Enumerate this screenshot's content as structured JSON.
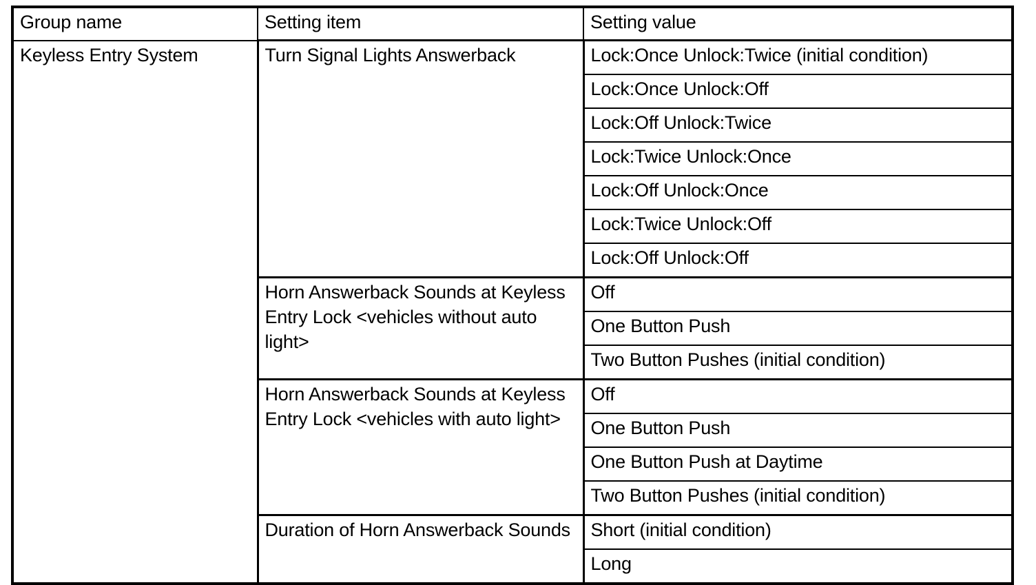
{
  "table": {
    "headers": {
      "group_name": "Group name",
      "setting_item": "Setting item",
      "setting_value": "Setting value"
    },
    "group_name": "Keyless Entry System",
    "blocks": [
      {
        "item": "Turn Signal Lights Answerback",
        "values": [
          "Lock:Once Unlock:Twice (initial condition)",
          "Lock:Once Unlock:Off",
          "Lock:Off Unlock:Twice",
          "Lock:Twice Unlock:Once",
          "Lock:Off Unlock:Once",
          "Lock:Twice Unlock:Off",
          "Lock:Off Unlock:Off"
        ]
      },
      {
        "item": "Horn Answerback Sounds at Keyless Entry Lock <vehicles without auto light>",
        "values": [
          "Off",
          "One Button Push",
          "Two Button Pushes (initial condition)"
        ]
      },
      {
        "item": "Horn Answerback Sounds at Keyless Entry Lock <vehicles with auto light>",
        "values": [
          "Off",
          "One Button Push",
          "One Button Push at Daytime",
          "Two Button Pushes (initial condition)"
        ]
      },
      {
        "item": "Duration of Horn Answerback Sounds",
        "values": [
          "Short (initial condition)",
          "Long"
        ]
      }
    ]
  },
  "style": {
    "text_color": "#000000",
    "border_color": "#000000",
    "background": "#ffffff"
  }
}
